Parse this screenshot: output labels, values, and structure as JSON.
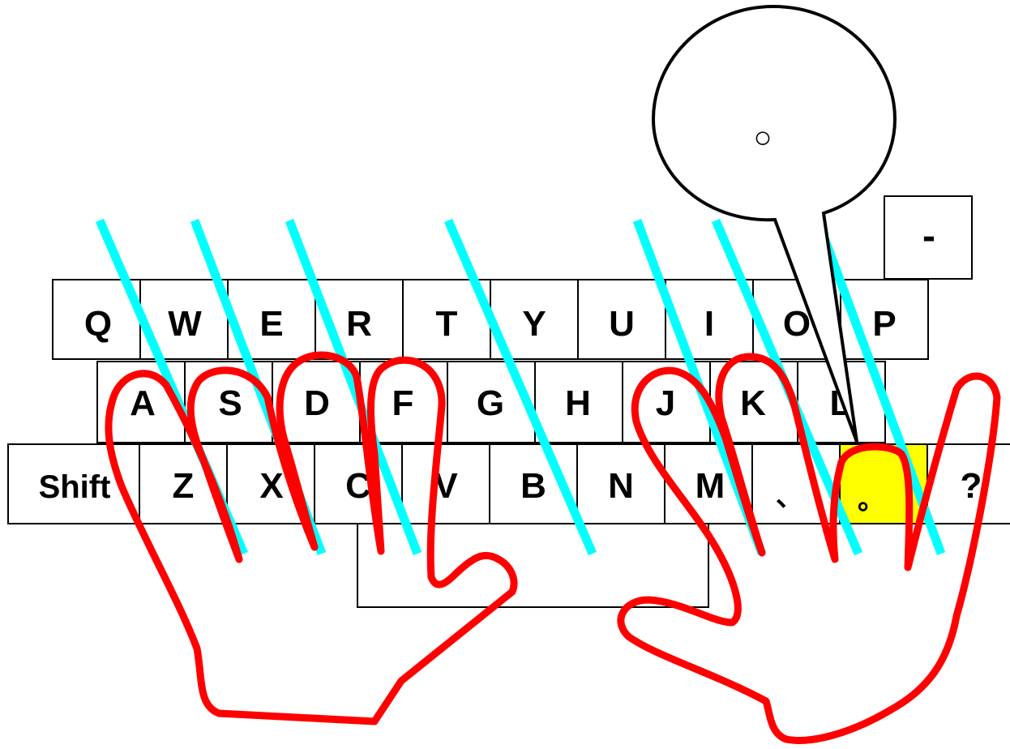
{
  "keyboard": {
    "row_top": [
      "Q",
      "W",
      "E",
      "R",
      "T",
      "Y",
      "U",
      "I",
      "O",
      "P"
    ],
    "row_home": [
      "A",
      "S",
      "D",
      "F",
      "G",
      "H",
      "J",
      "K",
      "L"
    ],
    "row_bottom": [
      "Shift",
      "Z",
      "X",
      "C",
      "V",
      "B",
      "N",
      "M",
      "、",
      "。",
      "?"
    ],
    "extra_key": "-",
    "highlighted_key": "。",
    "highlight_color": "#ffff00"
  },
  "callout": {
    "text": "○"
  },
  "colors": {
    "finger_outline": "#ff0000",
    "guide_lines": "#00ffff",
    "key_border": "#000000",
    "key_fill": "#ffffff"
  }
}
